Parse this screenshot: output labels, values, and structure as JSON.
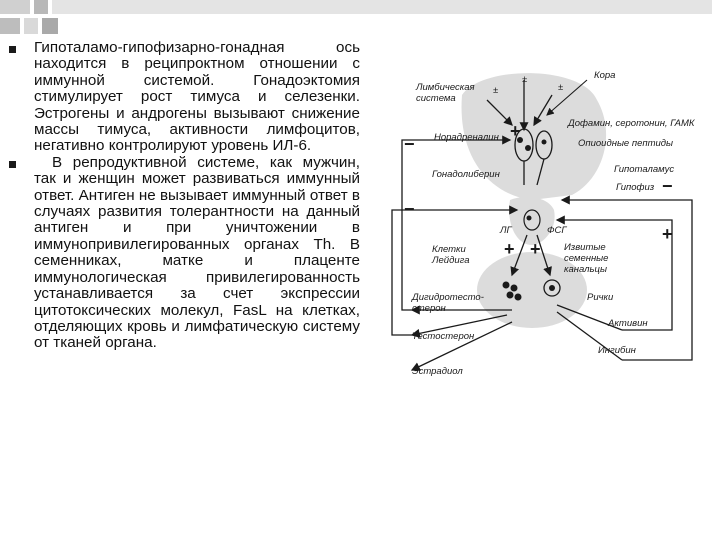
{
  "paragraphs": [
    "Гипоталамо-гипофизарно-гонадная ось находится в реципроктном отношении с иммунной системой. Гонадоэктомия стимулирует рост тимуса и селезенки. Эстрогены и андрогены вызывают снижение массы тимуса, активности лимфоцитов, негативно контролируют уровень ИЛ-6.",
    "В репродуктивной системе, как мужчин, так и женщин может развиваться иммунный ответ. Антиген не вызывает иммунный ответ в случаях развития толерантности на данный антиген и при уничтожении в иммунопривилегированных органах Th. В семенниках, матке и плаценте иммунологическая привилегированность устанавливается за счет экспрессии цитотоксических молекул, FasL на клетках, отделяющих кровь и лимфатическую систему от тканей органа."
  ],
  "diagram": {
    "labels": {
      "cortex": "Кора",
      "limbic_1": "Лимбическая",
      "limbic_2": "система",
      "noradrenaline": "Норадреналин",
      "dopamine": "Дофамин, серотонин, ГАМК",
      "opioid": "Опиоидные пептиды",
      "hypothalamus": "Гипоталамус",
      "gonadoliberin": "Гонадолиберин",
      "pituitary": "Гипофиз",
      "lh": "ЛГ",
      "fsh": "ФСГ",
      "leydig_1": "Клетки",
      "leydig_2": "Лейдига",
      "tubules_1": "Извитые",
      "tubules_2": "семенные",
      "tubules_3": "канальцы",
      "dht_1": "Дигидротесто-",
      "dht_2": "стерон",
      "sertoli": "Рички",
      "testosterone": "Тестостерон",
      "activin": "Активин",
      "inhibin": "Ингибин",
      "estradiol": "Эстрадиол",
      "pm1": "±",
      "pm2": "±",
      "pm3": "±",
      "plus": "+",
      "minus": "−"
    }
  }
}
